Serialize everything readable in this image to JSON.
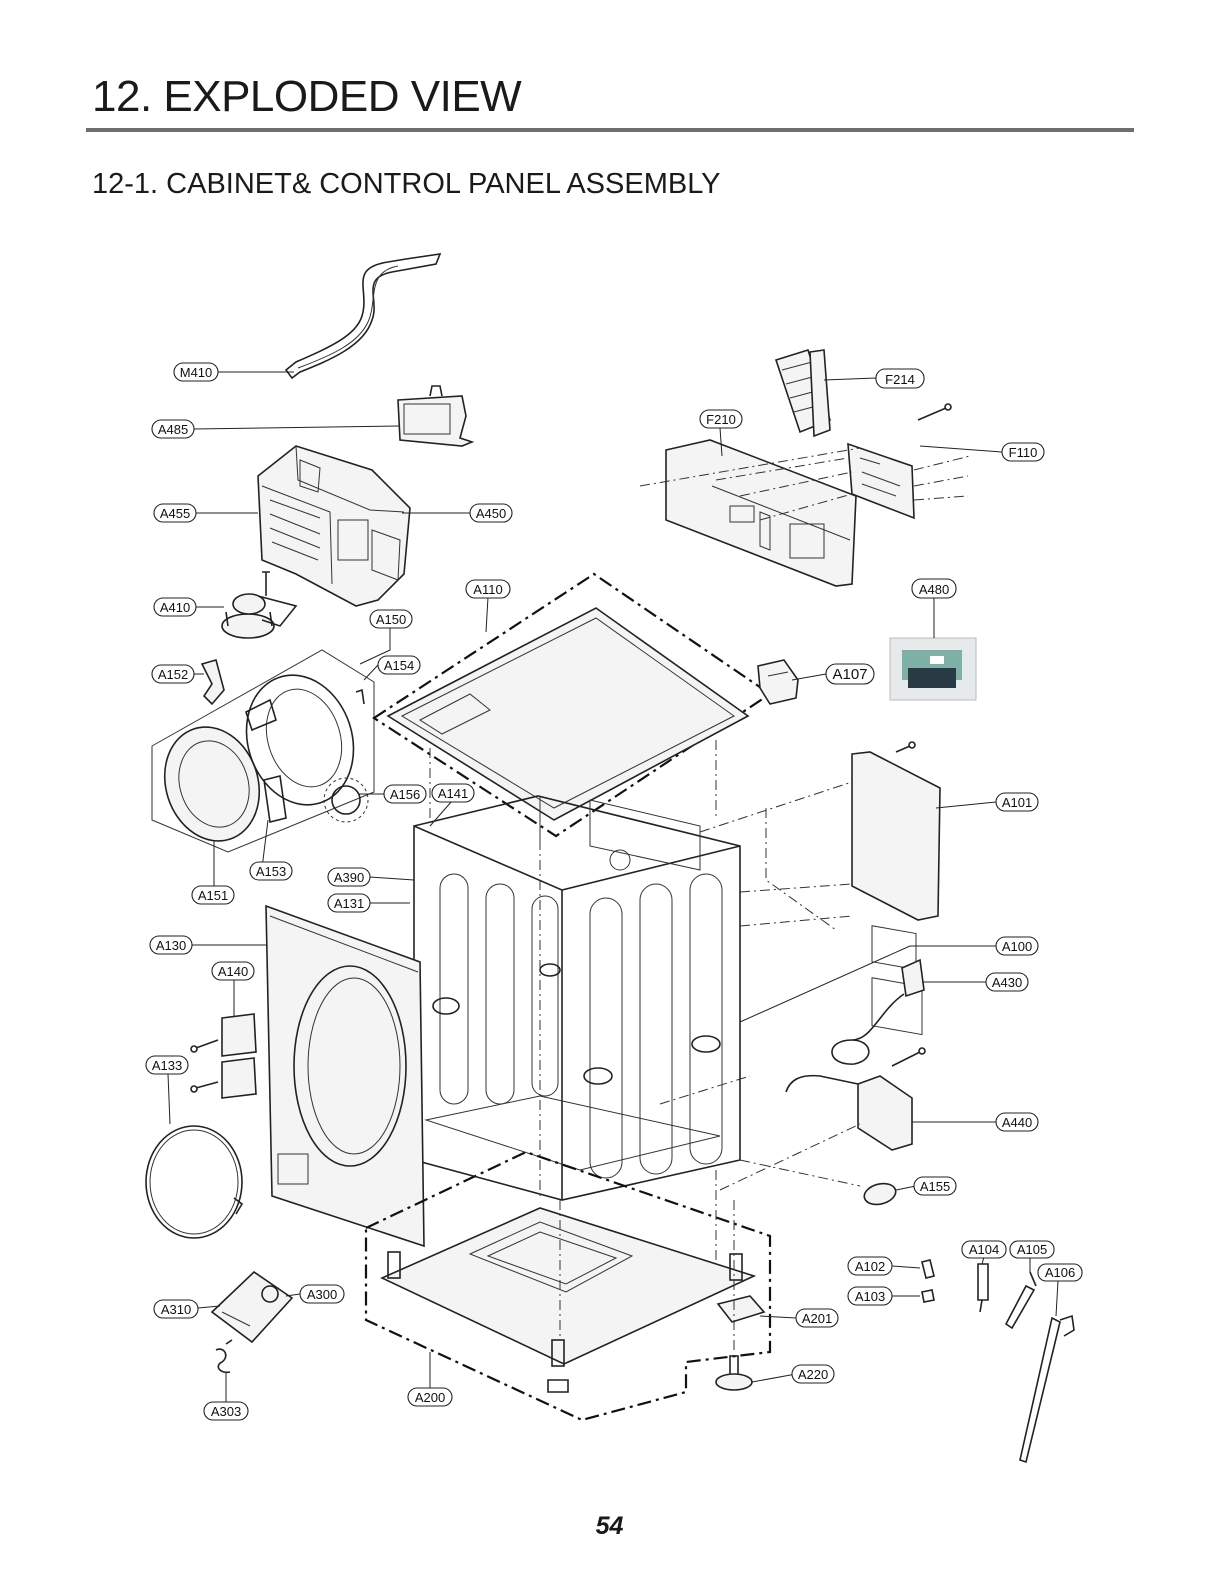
{
  "page": {
    "title": "12. EXPLODED VIEW",
    "subtitle": "12-1. CABINET& CONTROL PANEL ASSEMBLY",
    "page_number": "54"
  },
  "callouts": {
    "M410": "M410",
    "A485": "A485",
    "A455": "A455",
    "A450": "A450",
    "A410": "A410",
    "A150": "A150",
    "A152": "A152",
    "A154": "A154",
    "A156": "A156",
    "A141": "A141",
    "A153": "A153",
    "A151": "A151",
    "A390": "A390",
    "A131": "A131",
    "A130": "A130",
    "A140": "A140",
    "A133": "A133",
    "A310": "A310",
    "A300": "A300",
    "A303": "A303",
    "A200": "A200",
    "A110": "A110",
    "F214": "F214",
    "F210": "F210",
    "F110": "F110",
    "A480": "A480",
    "A107": "A107",
    "A101": "A101",
    "A100": "A100",
    "A430": "A430",
    "A440": "A440",
    "A155": "A155",
    "A104": "A104",
    "A105": "A105",
    "A106": "A106",
    "A102": "A102",
    "A103": "A103",
    "A201": "A201",
    "A220": "A220"
  }
}
